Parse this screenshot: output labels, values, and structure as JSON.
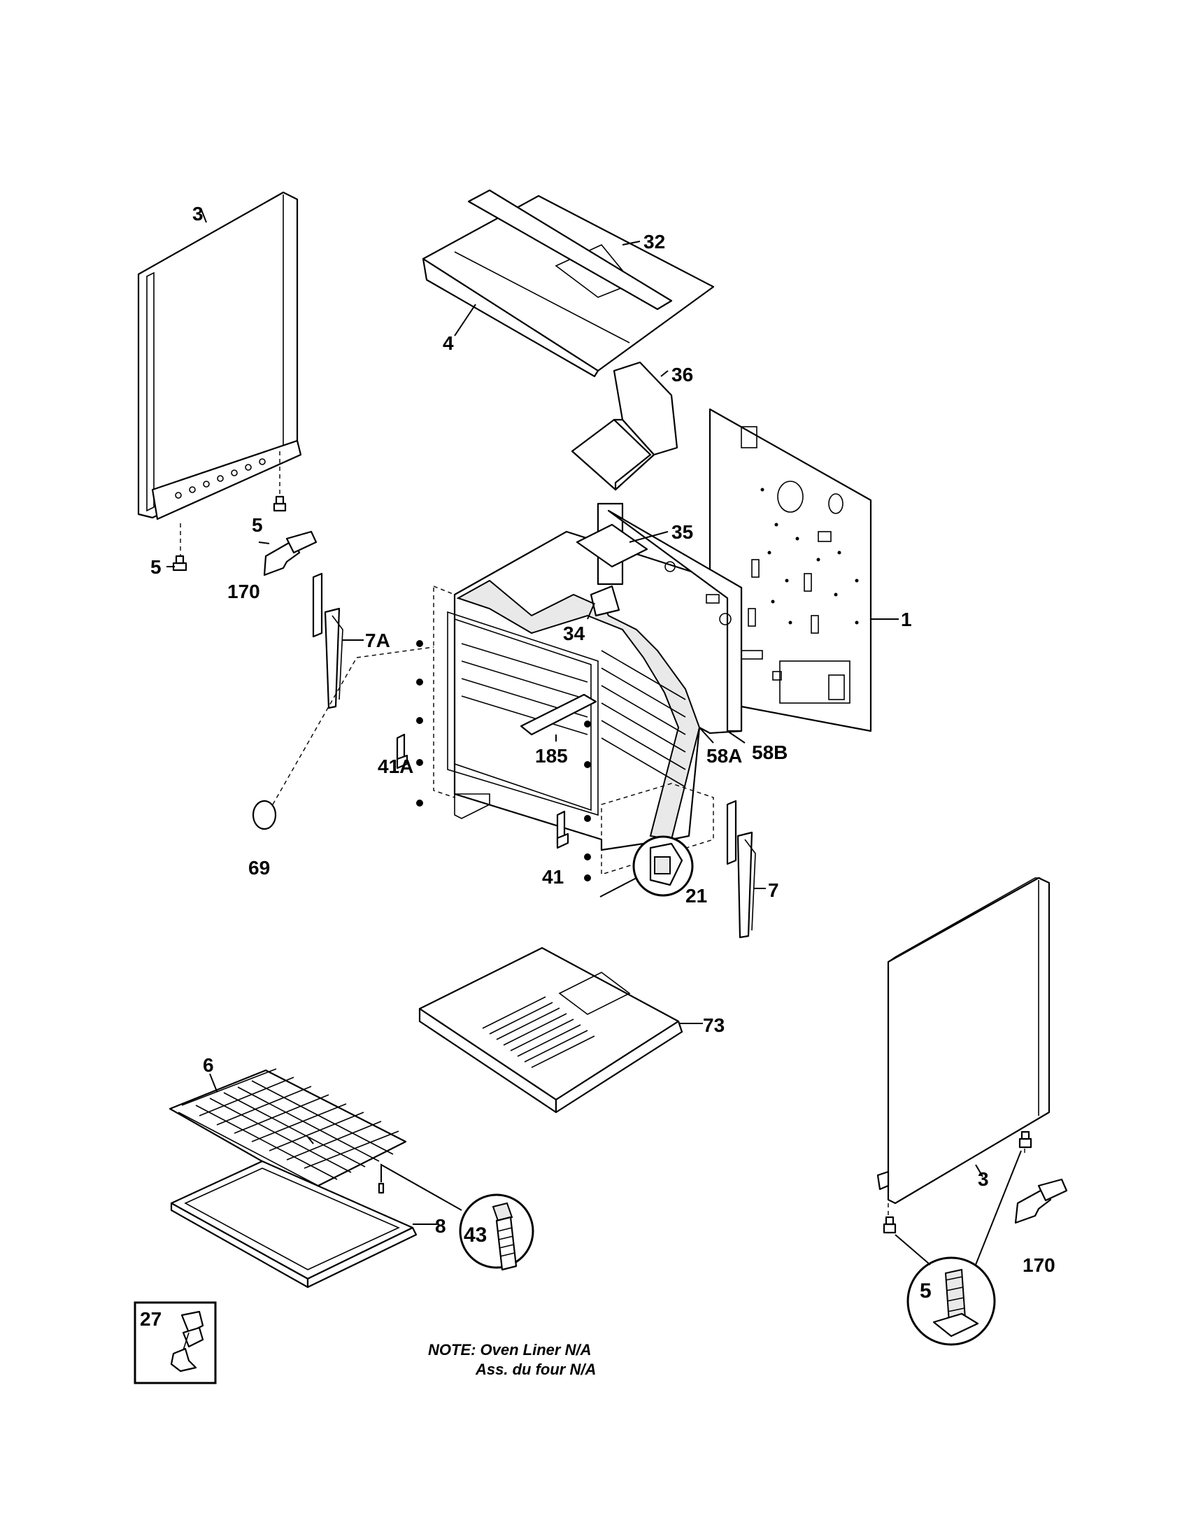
{
  "callouts": {
    "p3_left": "3",
    "p32": "32",
    "p4": "4",
    "p36": "36",
    "p1": "1",
    "p35": "35",
    "p34": "34",
    "p5_a": "5",
    "p5_b": "5",
    "p170_left": "170",
    "p7A": "7A",
    "p185": "185",
    "p58A": "58A",
    "p58B": "58B",
    "p41A": "41A",
    "p69": "69",
    "p41": "41",
    "p21": "21",
    "p7": "7",
    "p73": "73",
    "p6": "6",
    "p8": "8",
    "p43": "43",
    "p3_right": "3",
    "p170_right": "170",
    "p5_circle": "5",
    "p27": "27"
  },
  "note": {
    "line1": "NOTE: Oven Liner N/A",
    "line2": "Ass. du four N/A"
  }
}
